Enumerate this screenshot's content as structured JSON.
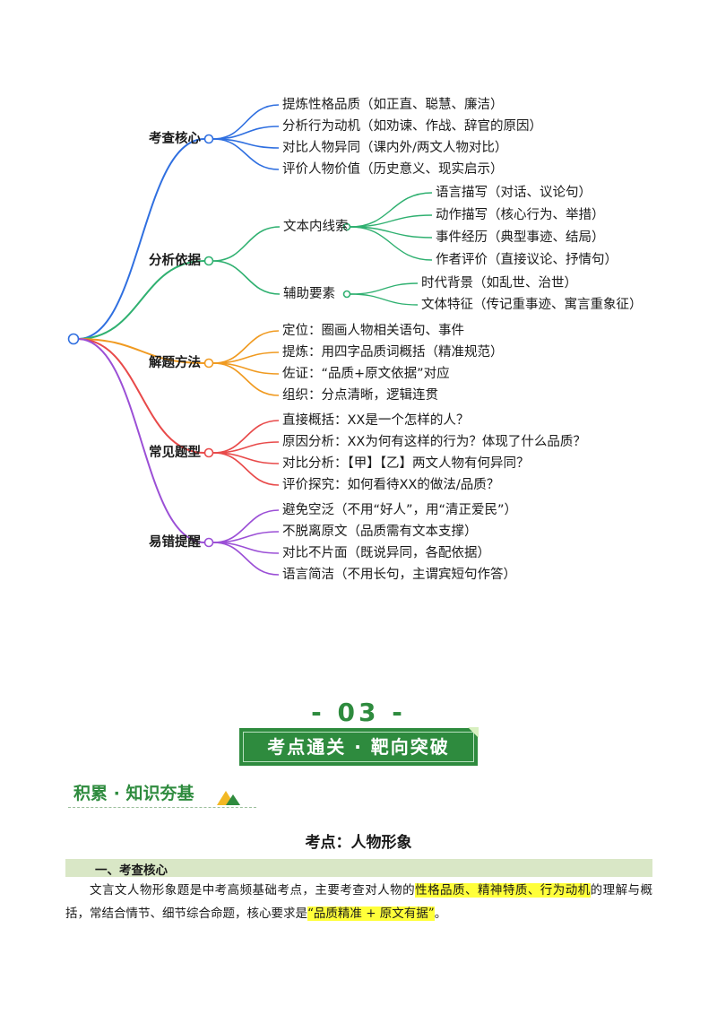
{
  "mindmap": {
    "branches": [
      {
        "label": "考查核心",
        "color": "#2f6fe0",
        "children": [
          {
            "text": "提炼性格品质（如正直、聪慧、廉洁）"
          },
          {
            "text": "分析行为动机（如劝谏、作战、辞官的原因）"
          },
          {
            "text": "对比人物异同（课内外/两文人物对比）"
          },
          {
            "text": "评价人物价值（历史意义、现实启示）"
          }
        ]
      },
      {
        "label": "分析依据",
        "color": "#2fb070",
        "children": [
          {
            "text": "文本内线索",
            "children": [
              {
                "text": "语言描写（对话、议论句）"
              },
              {
                "text": "动作描写（核心行为、举措）"
              },
              {
                "text": "事件经历（典型事迹、结局）"
              },
              {
                "text": "作者评价（直接议论、抒情句）"
              }
            ]
          },
          {
            "text": "辅助要素",
            "children": [
              {
                "text": "时代背景（如乱世、治世）"
              },
              {
                "text": "文体特征（传记重事迹、寓言重象征）"
              }
            ]
          }
        ]
      },
      {
        "label": "解题方法",
        "color": "#f09a20",
        "children": [
          {
            "text": "定位：圈画人物相关语句、事件"
          },
          {
            "text": "提炼：用四字品质词概括（精准规范）"
          },
          {
            "text": "佐证：“品质+原文依据”对应"
          },
          {
            "text": "组织：分点清晰，逻辑连贯"
          }
        ]
      },
      {
        "label": "常见题型",
        "color": "#e84a4a",
        "children": [
          {
            "text": "直接概括：XX是一个怎样的人？"
          },
          {
            "text": "原因分析：XX为何有这样的行为？体现了什么品质？"
          },
          {
            "text": "对比分析：【甲】【乙】两文人物有何异同？"
          },
          {
            "text": "评价探究：如何看待XX的做法/品质？"
          }
        ]
      },
      {
        "label": "易错提醒",
        "color": "#9b4fd6",
        "children": [
          {
            "text": "避免空泛（不用“好人”，用“清正爱民”）"
          },
          {
            "text": "不脱离原文（品质需有文本支撑）"
          },
          {
            "text": "对比不片面（既说异同，各配依据）"
          },
          {
            "text": "语言简洁（不用长句，主谓宾短句作答）"
          }
        ]
      }
    ]
  },
  "section": {
    "number": "- 03 -",
    "banner": "考点通关 · 靶向突破",
    "accumulate_label": "积累 · 知识夯基"
  },
  "content": {
    "topic_title": "考点：人物形象",
    "heading": "一、考查核心",
    "para_part1": "文言文人物形象题是中考高频基础考点，主要考查对人物的",
    "para_highlight1": "性格品质、精神特质、行为动机",
    "para_part2": "的理解与概括，常结合情节、细节综合命题，核心要求是",
    "para_highlight2": "“品质精准 + 原文有据”",
    "para_part3": "。"
  },
  "colors": {
    "section_green": "#2e8b3e",
    "heading_bar": "#d9e7c6",
    "highlight": "#ffff3a"
  }
}
